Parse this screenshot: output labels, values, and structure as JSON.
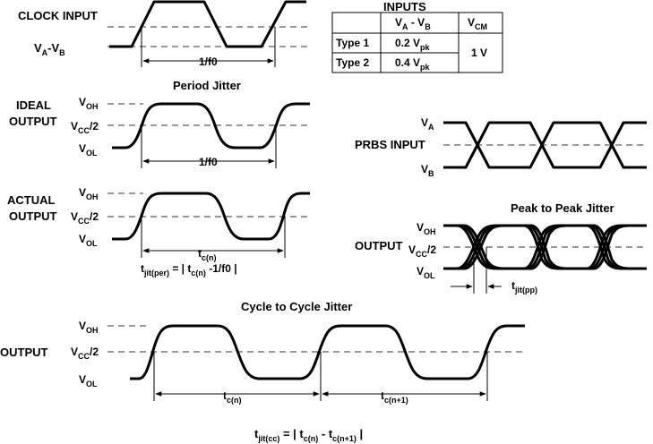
{
  "clock_input": {
    "title": "CLOCK INPUT",
    "va_vb": "V",
    "va_sub": "A",
    "dash_sep": "-V",
    "vb_sub": "B",
    "period": "1/f0"
  },
  "inputs_table": {
    "title": "INPUTS",
    "col1_main": "V",
    "col1_sub_a": "A",
    "col1_mid": " - V",
    "col1_sub_b": "B",
    "col2_main": "V",
    "col2_sub": "CM",
    "rows": [
      {
        "type": "Type 1",
        "value": "0.2 V",
        "value_sub": "pk"
      },
      {
        "type": "Type 2",
        "value": "0.4 V",
        "value_sub": "pk"
      }
    ],
    "vcm_value": "1 V"
  },
  "period_jitter": {
    "title": "Period Jitter",
    "ideal_label_1": "IDEAL",
    "ideal_label_2": "OUTPUT",
    "actual_label_1": "ACTUAL",
    "actual_label_2": "OUTPUT",
    "voh": "V",
    "voh_sub": "OH",
    "vcc": "V",
    "vcc_sub": "CC",
    "vcc_tail": "/2",
    "vol": "V",
    "vol_sub": "OL",
    "ideal_period": "1/f0",
    "tc": "t",
    "tc_sub": "c(n)",
    "formula_t": "t",
    "formula_sub": "jit(per)",
    "formula_mid": " = | t",
    "formula_sub2": "c(n)",
    "formula_end": " -1/f0 |"
  },
  "prbs": {
    "label": "PRBS INPUT",
    "va": "V",
    "va_sub": "A",
    "vb": "V",
    "vb_sub": "B"
  },
  "peak_jitter": {
    "title": "Peak to Peak Jitter",
    "output": "OUTPUT",
    "voh": "V",
    "voh_sub": "OH",
    "vcc": "V",
    "vcc_sub": "CC",
    "vcc_tail": "/2",
    "vol": "V",
    "vol_sub": "OL",
    "tjit": "t",
    "tjit_sub": "jit(pp)"
  },
  "cycle_jitter": {
    "title": "Cycle to Cycle Jitter",
    "output": "OUTPUT",
    "voh": "V",
    "voh_sub": "OH",
    "vcc": "V",
    "vcc_sub": "CC",
    "vcc_tail": "/2",
    "vol": "V",
    "vol_sub": "OL",
    "tc1": "t",
    "tc1_sub": "c(n)",
    "tc2": "t",
    "tc2_sub": "c(n+1)",
    "formula_t": "t",
    "formula_sub": "jit(cc)",
    "formula_mid": " = | t",
    "formula_sub2": "c(n)",
    "formula_mid2": " - t",
    "formula_sub3": "c(n+1)",
    "formula_end": " |"
  }
}
